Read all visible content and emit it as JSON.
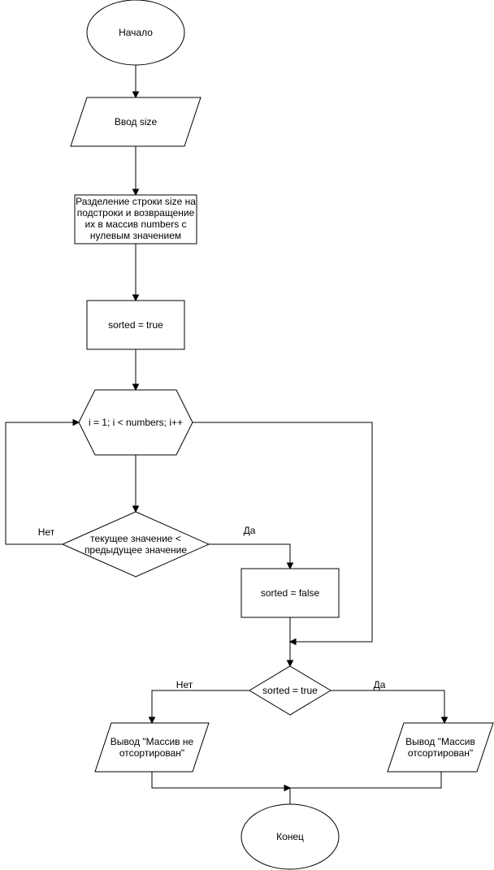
{
  "nodes": {
    "start": "Начало",
    "input_size": "Ввод size",
    "split": [
      "Разделение строки size на",
      "подстроки и возвращение",
      "их в массив numbers с",
      "нулевым значением"
    ],
    "sorted_true": "sorted = true",
    "loop": "i = 1; i < numbers; i++",
    "condition": [
      "текущее значение <",
      "предыдущее значение"
    ],
    "sorted_false": "sorted = false",
    "check_sorted": "sorted = true",
    "output_not_sorted": [
      "Вывод \"Массив не",
      "отсортирован\""
    ],
    "output_sorted": [
      "Вывод \"Массив",
      "отсортирован\""
    ],
    "end": "Конец"
  },
  "edge_labels": {
    "condition_no": "Нет",
    "condition_yes": "Да",
    "check_no": "Нет",
    "check_yes": "Да"
  }
}
